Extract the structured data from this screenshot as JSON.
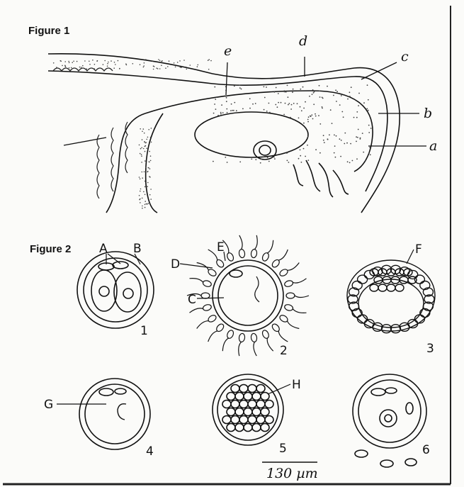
{
  "figure1": {
    "title": "Figure 1",
    "labels": [
      "e",
      "d",
      "c",
      "b",
      "a"
    ]
  },
  "figure2": {
    "title": "Figure 2",
    "letters": [
      "A",
      "B",
      "D",
      "E",
      "C",
      "F",
      "G",
      "H"
    ],
    "numbers": [
      "1",
      "2",
      "3",
      "4",
      "5",
      "6"
    ]
  },
  "scale_bar": {
    "text": "130 µm"
  }
}
